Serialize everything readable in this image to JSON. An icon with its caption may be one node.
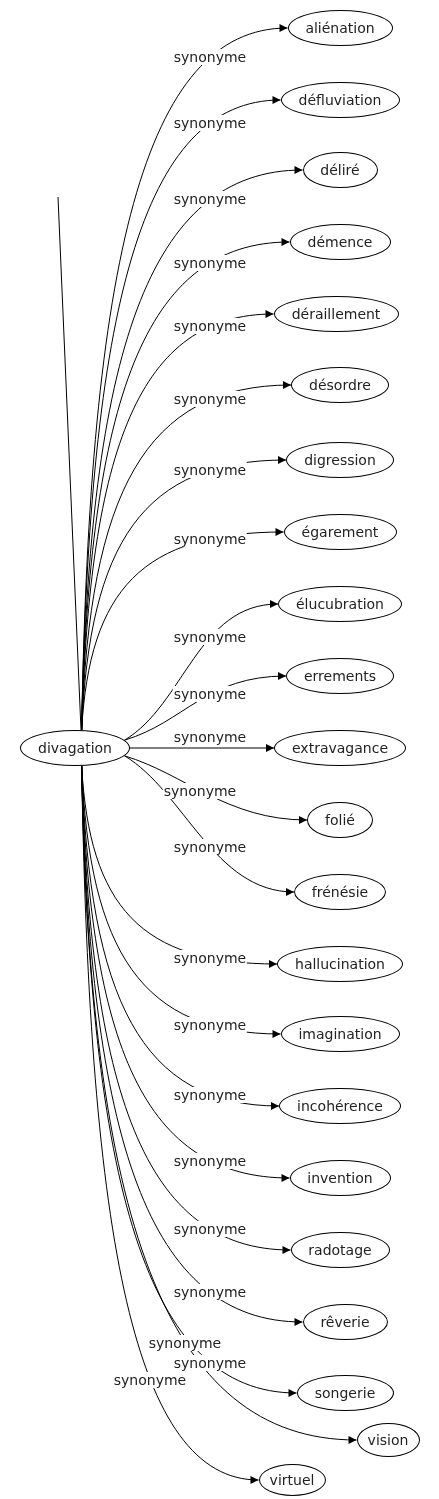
{
  "diagram": {
    "nodes": [
      {
        "text": [
          "divagation"
        ]
      },
      {
        "text": [
          "aliénation"
        ]
      },
      {
        "text": [
          "défluviation"
        ]
      },
      {
        "text": [
          "déliré"
        ]
      },
      {
        "text": [
          "démence"
        ]
      },
      {
        "text": [
          "déraillement"
        ]
      },
      {
        "text": [
          "désordre"
        ]
      },
      {
        "text": [
          "digression"
        ]
      },
      {
        "text": [
          "égarement"
        ]
      },
      {
        "text": [
          "élucubration"
        ]
      },
      {
        "text": [
          "errements"
        ]
      },
      {
        "text": [
          "extravagance"
        ]
      },
      {
        "text": [
          "folié"
        ]
      },
      {
        "text": [
          "frénésie"
        ]
      },
      {
        "text": [
          "hallucination"
        ]
      },
      {
        "text": [
          "imagination"
        ]
      },
      {
        "text": [
          "incohérence"
        ]
      },
      {
        "text": [
          "invention"
        ]
      },
      {
        "text": [
          "radotage"
        ]
      },
      {
        "text": [
          "rêverie"
        ]
      },
      {
        "text": [
          "songerie"
        ]
      },
      {
        "text": [
          "virtuel"
        ]
      },
      {
        "text": [
          "vision"
        ]
      }
    ],
    "edges": [
      {
        "from": 0,
        "to": 1,
        "arrow": "to",
        "label": "synonyme"
      },
      {
        "from": 0,
        "to": 2,
        "arrow": "to",
        "label": "synonyme"
      },
      {
        "from": 0,
        "to": 3,
        "arrow": "to",
        "label": "synonyme"
      },
      {
        "from": 0,
        "to": 4,
        "arrow": "to",
        "label": "synonyme"
      },
      {
        "from": 0,
        "to": 5,
        "arrow": "to",
        "label": "synonyme"
      },
      {
        "from": 0,
        "to": 6,
        "arrow": "to",
        "label": "synonyme"
      },
      {
        "from": 0,
        "to": 7,
        "arrow": "to",
        "label": "synonyme"
      },
      {
        "from": 0,
        "to": 8,
        "arrow": "to",
        "label": "synonyme"
      },
      {
        "from": 0,
        "to": 9,
        "arrow": "to",
        "label": "synonyme"
      },
      {
        "from": 0,
        "to": 10,
        "arrow": "to",
        "label": "synonyme"
      },
      {
        "from": 0,
        "to": 11,
        "arrow": "to",
        "label": "synonyme"
      },
      {
        "from": 0,
        "to": 12,
        "arrow": "to",
        "label": "synonyme"
      },
      {
        "from": 0,
        "to": 13,
        "arrow": "to",
        "label": "synonyme"
      },
      {
        "from": 0,
        "to": 14,
        "arrow": "to",
        "label": "synonyme"
      },
      {
        "from": 0,
        "to": 15,
        "arrow": "to",
        "label": "synonyme"
      },
      {
        "from": 0,
        "to": 16,
        "arrow": "to",
        "label": "synonyme"
      },
      {
        "from": 0,
        "to": 17,
        "arrow": "to",
        "label": "synonyme"
      },
      {
        "from": 0,
        "to": 18,
        "arrow": "to",
        "label": "synonyme"
      },
      {
        "from": 0,
        "to": 19,
        "arrow": "to",
        "label": "synonyme"
      },
      {
        "from": 0,
        "to": 20,
        "arrow": "to",
        "label": "synonyme"
      },
      {
        "from": 0,
        "to": 21,
        "arrow": "to",
        "label": "synonyme"
      },
      {
        "from": 0,
        "to": 22,
        "arrow": "to",
        "label": "synonyme"
      },
      {
        "from": null,
        "to": 0,
        "arrow": "none"
      }
    ]
  }
}
